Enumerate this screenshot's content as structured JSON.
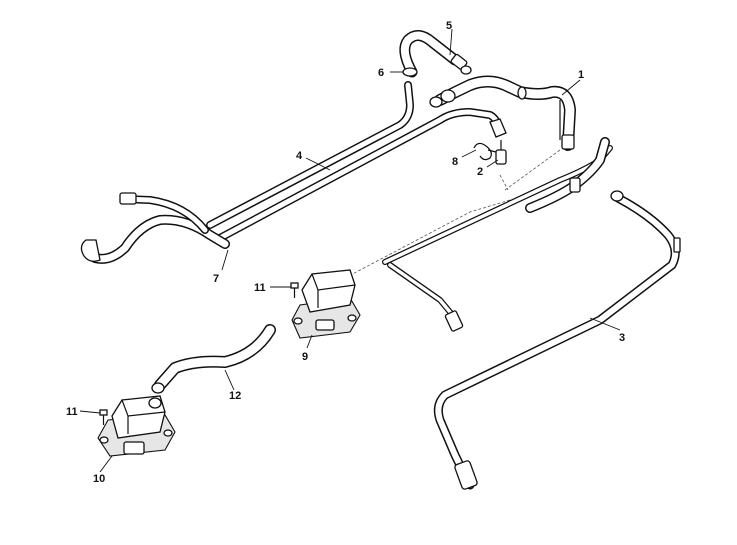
{
  "callouts": {
    "c1": "1",
    "c2": "2",
    "c3": "3",
    "c4": "4",
    "c5": "5",
    "c6": "6",
    "c7": "7",
    "c8": "8",
    "c9": "9",
    "c10": "10",
    "c11a": "11",
    "c11b": "11",
    "c12": "12"
  }
}
